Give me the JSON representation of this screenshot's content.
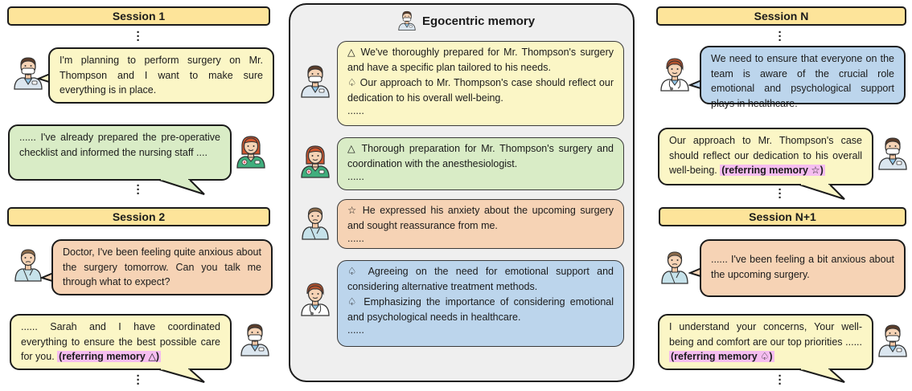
{
  "sessions": {
    "s1": {
      "label": "Session 1"
    },
    "s2": {
      "label": "Session 2"
    },
    "sn": {
      "label": "Session N"
    },
    "sn1": {
      "label": "Session N+1"
    }
  },
  "dialogue": {
    "s1_doctor": "I'm planning to perform surgery on Mr. Thompson and I want to make sure everything is in place.",
    "s1_nurse": "...... I've already prepared the pre-operative checklist and informed the nursing staff ....",
    "s2_patient": "Doctor, I've been feeling quite anxious about the surgery tomorrow. Can you talk me through what to expect?",
    "s2_doctor_text": "...... Sarah and I have coordinated everything to ensure the best possible care for you.",
    "s2_doctor_ref": "(referring memory △)",
    "sn_other": "We need to ensure that everyone on the team is aware of the crucial role emotional and psychological support plays in healthcare.",
    "sn_doctor_text": "Our approach to Mr. Thompson's case should reflect our dedication to his overall well-being.",
    "sn_doctor_ref": "(referring memory ☆)",
    "sn1_patient": "...... I've been feeling a bit anxious about the upcoming surgery.",
    "sn1_doctor_text": "I understand your concerns, Your well-being and comfort are our top priorities ......",
    "sn1_doctor_ref": "(referring memory ♤)"
  },
  "memory": {
    "title": "Egocentric memory",
    "card1": {
      "line1": "△ We've thoroughly prepared for Mr. Thompson's surgery and have a specific plan tailored to his needs.",
      "line2": "♤ Our approach to Mr. Thompson's case should reflect our dedication to his overall well-being.",
      "more": "......"
    },
    "card2": {
      "line1": "△ Thorough preparation for Mr. Thompson's surgery and coordination with the anesthesiologist.",
      "more": "......"
    },
    "card3": {
      "line1": "☆ He expressed his anxiety about the upcoming surgery and sought reassurance from me.",
      "more": "......"
    },
    "card4": {
      "line1": "♤ Agreeing on the need for emotional support and considering alternative treatment methods.",
      "line2": "♤ Emphasizing the importance of considering emotional and psychological needs in healthcare.",
      "more": "......"
    }
  },
  "colors": {
    "header": "#fde49a",
    "doctor_bubble": "#fbf6c6",
    "nurse_bubble": "#d9ecc6",
    "patient_bubble": "#f6d3b5",
    "colleague_bubble": "#bcd5ec",
    "memory_bg": "#efefef",
    "ref_highlight": "#f5bdf0"
  },
  "icons": [
    "doctor-avatar",
    "nurse-avatar",
    "patient-avatar",
    "colleague-doctor-avatar"
  ]
}
